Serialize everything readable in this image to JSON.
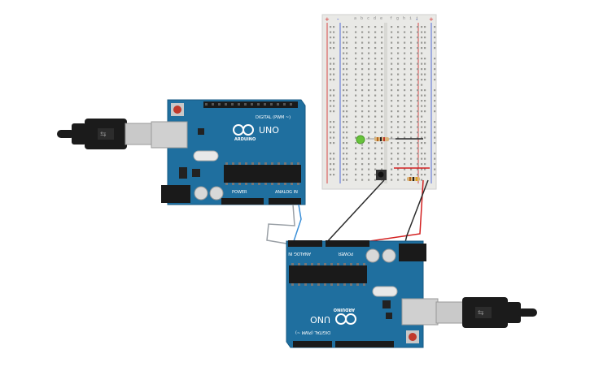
{
  "scene": {
    "colors": {
      "board": "#1f6f9f",
      "board_edge": "#175a83",
      "breadboard": "#e9e9e6",
      "wire_black": "#2b2b2b",
      "wire_red": "#d32020",
      "wire_blue": "#3a8fd8",
      "wire_gray": "#9aa0a6",
      "led_green": "#67c23a",
      "cable": "#1b1b1b",
      "usb_metal": "#c9c9c9"
    },
    "arduino_top": {
      "name": "UNO",
      "brand": "ARDUINO",
      "digital_label": "DIGITAL (PWM ~)",
      "power_label": "POWER",
      "analog_label": "ANALOG IN"
    },
    "arduino_bottom": {
      "name": "UNO",
      "brand": "ARDUINO",
      "digital_label": "DIGITAL (PWM ~)",
      "power_label": "POWER",
      "analog_label": "ANALOG IN"
    },
    "breadboard": {
      "rail_plus": "+",
      "rail_minus": "-",
      "col_letters_left": [
        "a",
        "b",
        "c",
        "d",
        "e"
      ],
      "col_letters_right": [
        "f",
        "g",
        "h",
        "i",
        "j"
      ]
    }
  }
}
